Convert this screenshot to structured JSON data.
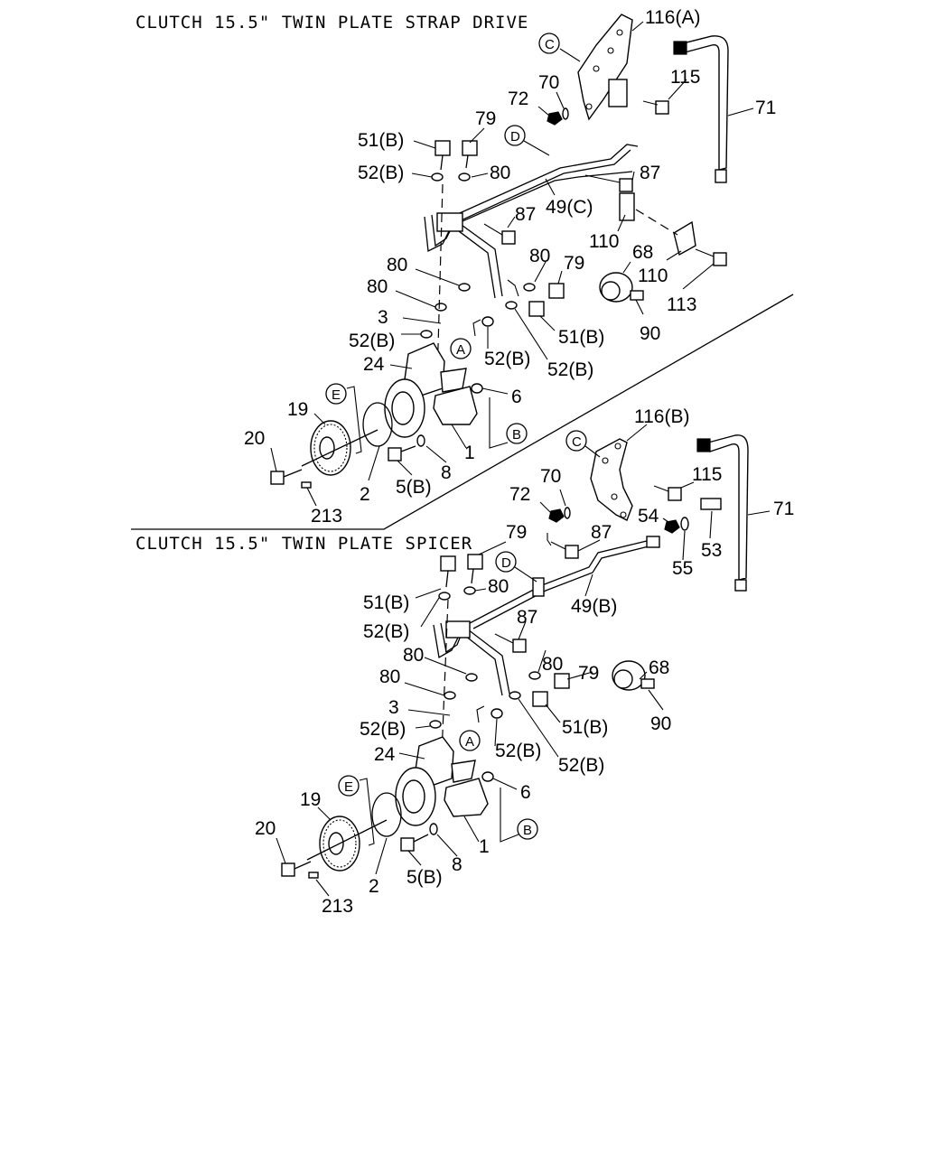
{
  "sections": [
    {
      "title": "CLUTCH 15.5\" TWIN PLATE STRAP DRIVE",
      "callouts": [
        "A",
        "B",
        "C",
        "D",
        "E"
      ],
      "labels": {
        "p116": "116(A)",
        "p115": "115",
        "p71": "71",
        "p70": "70",
        "p72": "72",
        "p79a": "79",
        "p51b_top": "51(B)",
        "p52b_top": "52(B)",
        "p80a": "80",
        "p87a": "87",
        "p49": "49(C)",
        "p87b": "87",
        "p110a": "110",
        "p110b": "110",
        "p68": "68",
        "p113": "113",
        "p90": "90",
        "p80b": "80",
        "p79b": "79",
        "p80c": "80",
        "p80d": "80",
        "p51b_mid": "51(B)",
        "p3": "3",
        "p52b_left": "52(B)",
        "p52b_mid": "52(B)",
        "p52b_low": "52(B)",
        "p24": "24",
        "p6": "6",
        "p19": "19",
        "p20": "20",
        "p1": "1",
        "p8": "8",
        "p2": "2",
        "p5b": "5(B)",
        "p213": "213"
      }
    },
    {
      "title": "CLUTCH 15.5\" TWIN PLATE SPICER",
      "callouts": [
        "A",
        "B",
        "C",
        "D",
        "E"
      ],
      "labels": {
        "p116": "116(B)",
        "p115": "115",
        "p71": "71",
        "p70": "70",
        "p72": "72",
        "p54": "54",
        "p53": "53",
        "p55": "55",
        "p79a": "79",
        "p87a": "87",
        "p51b_top": "51(B)",
        "p80a": "80",
        "p49": "49(B)",
        "p52b_top": "52(B)",
        "p87b": "87",
        "p80b": "80",
        "p79b": "79",
        "p68": "68",
        "p80c": "80",
        "p80d": "80",
        "p90": "90",
        "p3": "3",
        "p51b_mid": "51(B)",
        "p52b_left": "52(B)",
        "p52b_mid": "52(B)",
        "p24": "24",
        "p52b_low": "52(B)",
        "p6": "6",
        "p19": "19",
        "p20": "20",
        "p1": "1",
        "p8": "8",
        "p2": "2",
        "p5b": "5(B)",
        "p213": "213"
      }
    }
  ]
}
